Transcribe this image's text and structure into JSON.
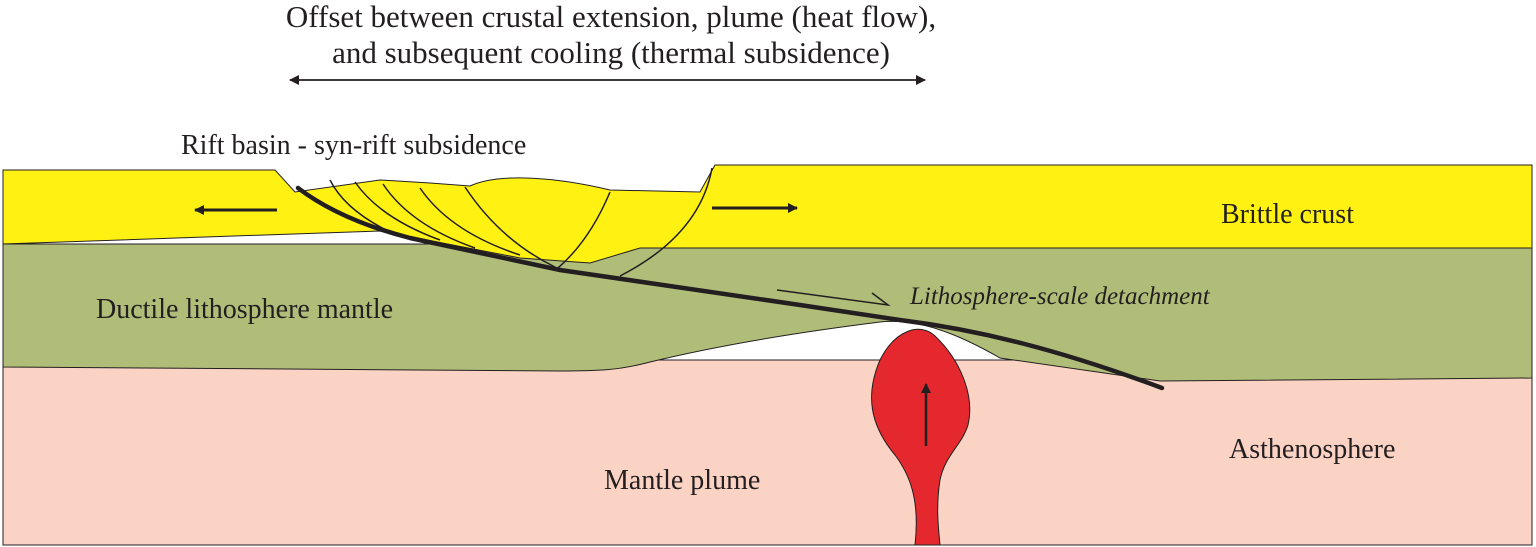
{
  "header": {
    "line1": "Offset between crustal extension, plume (heat flow),",
    "line2": "and subsequent cooling (thermal subsidence)"
  },
  "labels": {
    "rift_basin": "Rift basin - syn-rift subsidence",
    "brittle_crust": "Brittle  crust",
    "ductile_mantle": "Ductile lithosphere mantle",
    "detachment": "Lithosphere-scale detachment",
    "asthenosphere": "Asthenosphere",
    "mantle_plume": "Mantle plume"
  },
  "colors": {
    "brittle_crust": "#fff212",
    "ductile_mantle": "#b0bd78",
    "asthenosphere": "#fbd3c5",
    "plume": "#e5282d",
    "lines": "#231f20"
  }
}
